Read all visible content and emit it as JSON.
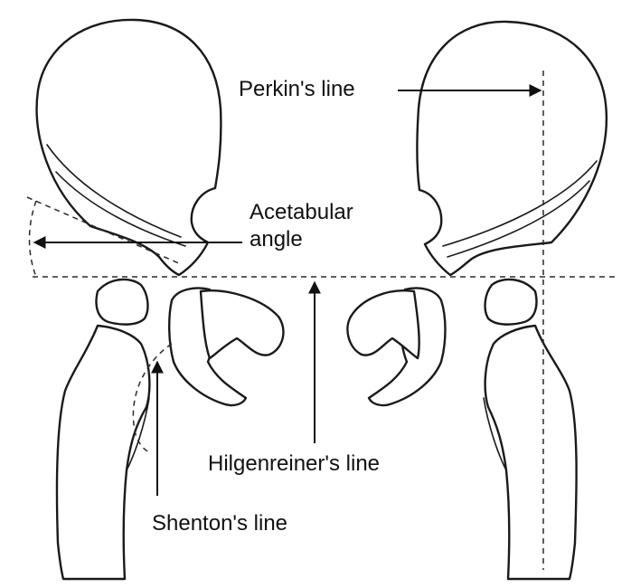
{
  "labels": {
    "perkins_line": "Perkin's line",
    "acetabular_angle_line1": "Acetabular",
    "acetabular_angle_line2": "angle",
    "hilgenreiners_line": "Hilgenreiner's line",
    "shentons_line": "Shenton's line"
  },
  "colors": {
    "ink": "#1a1a1a",
    "background": "#ffffff"
  }
}
